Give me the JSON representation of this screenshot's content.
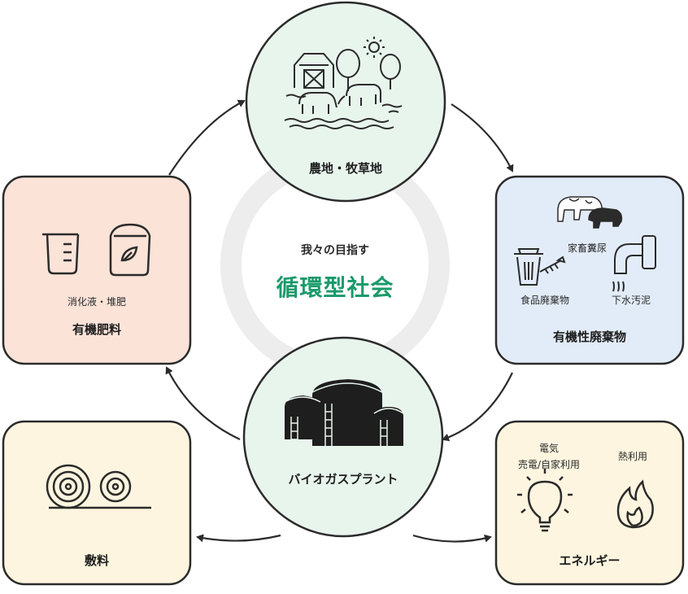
{
  "center": {
    "tagline": "我々の目指す",
    "headline": "循環型社会"
  },
  "nodes": {
    "farmland": {
      "label": "農地・牧草地"
    },
    "waste": {
      "label": "有機性廃棄物",
      "items": {
        "manure": "家畜糞尿",
        "food": "食品廃棄物",
        "sewage": "下水汚泥"
      }
    },
    "fertilizer": {
      "label": "有機肥料",
      "sublabel": "消化液・堆肥"
    },
    "biogas": {
      "label": "バイオガスプラント"
    },
    "bedding": {
      "label": "敷料"
    },
    "energy": {
      "label": "エネルギー",
      "items": {
        "electric_1": "電気",
        "electric_2": "売電/自家利用",
        "heat": "熱利用"
      }
    }
  },
  "colors": {
    "accent": "#1a9a6b",
    "farm_fill": "#e8f5ed",
    "waste_fill": "#e2ecf8",
    "fert_fill": "#fbe3d8",
    "cream_fill": "#fdf5df",
    "outline": "#2b2b2b"
  }
}
